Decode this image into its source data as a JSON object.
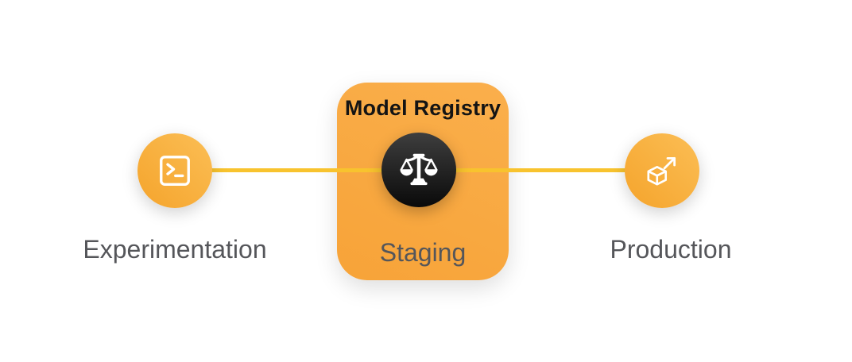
{
  "diagram": {
    "registry": {
      "title": "Model Registry",
      "icon": "balance-scale-icon"
    },
    "stages": [
      {
        "label": "Experimentation",
        "icon": "terminal-icon"
      },
      {
        "label": "Staging",
        "icon": "balance-scale-icon"
      },
      {
        "label": "Production",
        "icon": "cube-launch-icon"
      }
    ],
    "connector": {
      "style": "solid-horizontal-line"
    },
    "colors": {
      "background": "#FFFFFF",
      "node_orange_light": "#FAAF4C",
      "node_orange_dark": "#F7A338",
      "circle_light": "#FBBE55",
      "circle_dark": "#F5A42C",
      "connector_yellow": "#F8C32E",
      "dark_circle_top": "#3E3E3E",
      "dark_circle_bottom": "#0A0A0A",
      "label_gray": "#55565A",
      "title_black": "#141414",
      "icon_white": "#FFFFFF"
    }
  }
}
